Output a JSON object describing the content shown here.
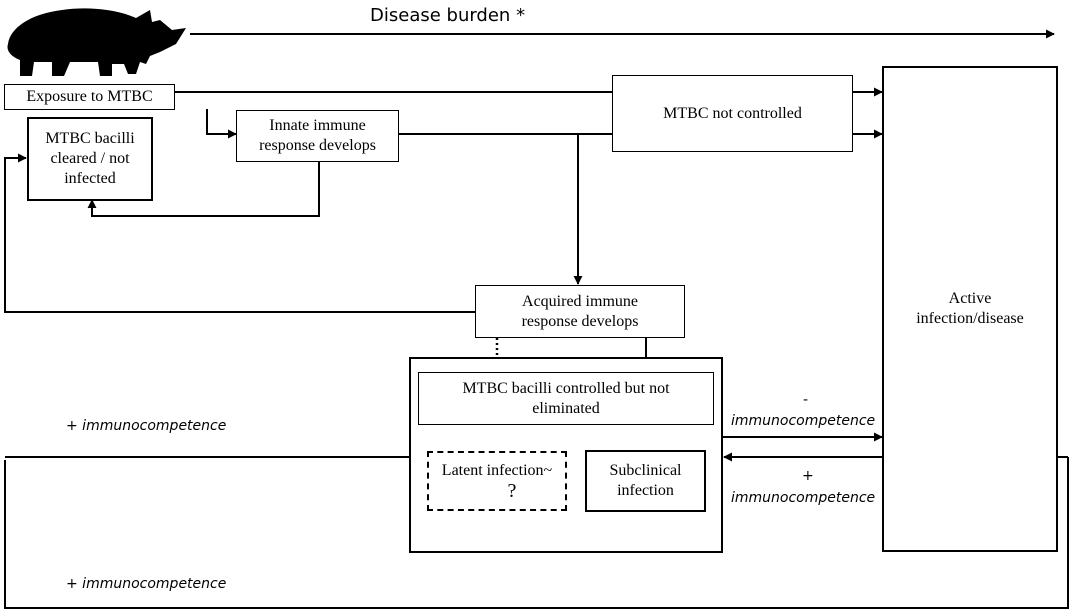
{
  "header": {
    "disease_burden": "Disease burden *"
  },
  "boxes": {
    "exposure": "Exposure to MTBC",
    "cleared": "MTBC bacilli cleared / not infected",
    "innate": "Innate immune response develops",
    "not_controlled": "MTBC not controlled",
    "active": "Active infection/disease",
    "acquired": "Acquired immune response develops",
    "controlled": "MTBC bacilli controlled but not eliminated",
    "latent": "Latent infection~",
    "latent_q": "?",
    "subclinical": "Subclinical infection"
  },
  "labels": {
    "plus_immuno_mid": "+ immunocompetence",
    "plus_immuno_bottom": "+ immunocompetence",
    "minus_sign": "-",
    "minus_immuno": "immunocompetence",
    "plus_sign": "+",
    "plus_immuno_right": "immunocompetence"
  }
}
